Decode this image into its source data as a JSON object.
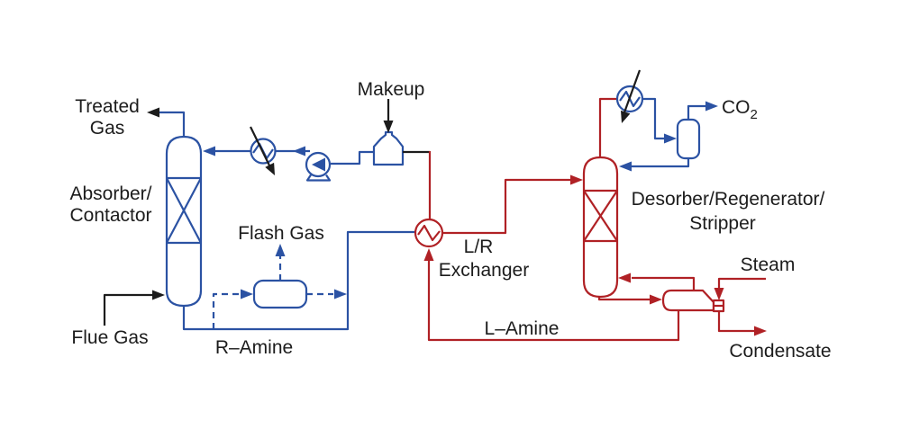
{
  "colors": {
    "blue": "#2b52a3",
    "red": "#b02125",
    "black": "#1c1c1c",
    "background": "#ffffff"
  },
  "labels": {
    "treated_gas_1": "Treated",
    "treated_gas_2": "Gas",
    "absorber_1": "Absorber/",
    "absorber_2": "Contactor",
    "flue_gas": "Flue Gas",
    "r_amine": "R–Amine",
    "flash_gas": "Flash Gas",
    "makeup": "Makeup",
    "exchanger_1": "L/R",
    "exchanger_2": "Exchanger",
    "l_amine": "L–Amine",
    "desorber_1": "Desorber/Regenerator/",
    "desorber_2": "Stripper",
    "co2_main": "CO",
    "co2_sub": "2",
    "steam": "Steam",
    "condensate": "Condensate"
  }
}
